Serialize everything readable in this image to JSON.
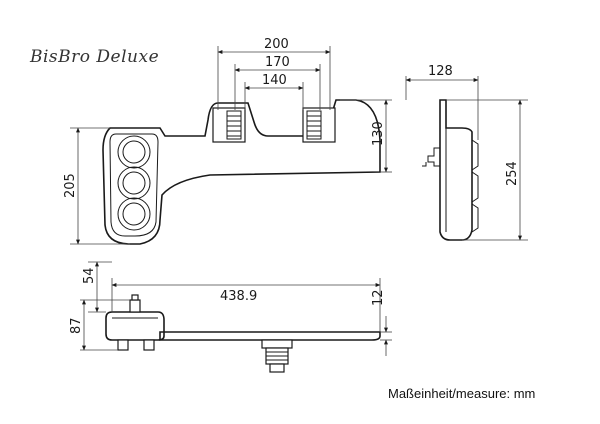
{
  "product_name": "BisBro Deluxe",
  "unit_note": "Maßeinheit/measure: mm",
  "dimensions": {
    "width_outer": "200",
    "width_mid": "170",
    "width_inner": "140",
    "height_right": "130",
    "height_left": "205",
    "top_depth": "128",
    "side_height": "254",
    "bottom_offset": "54",
    "total_length": "438.9",
    "plate_thickness": "12",
    "body_height": "87"
  }
}
